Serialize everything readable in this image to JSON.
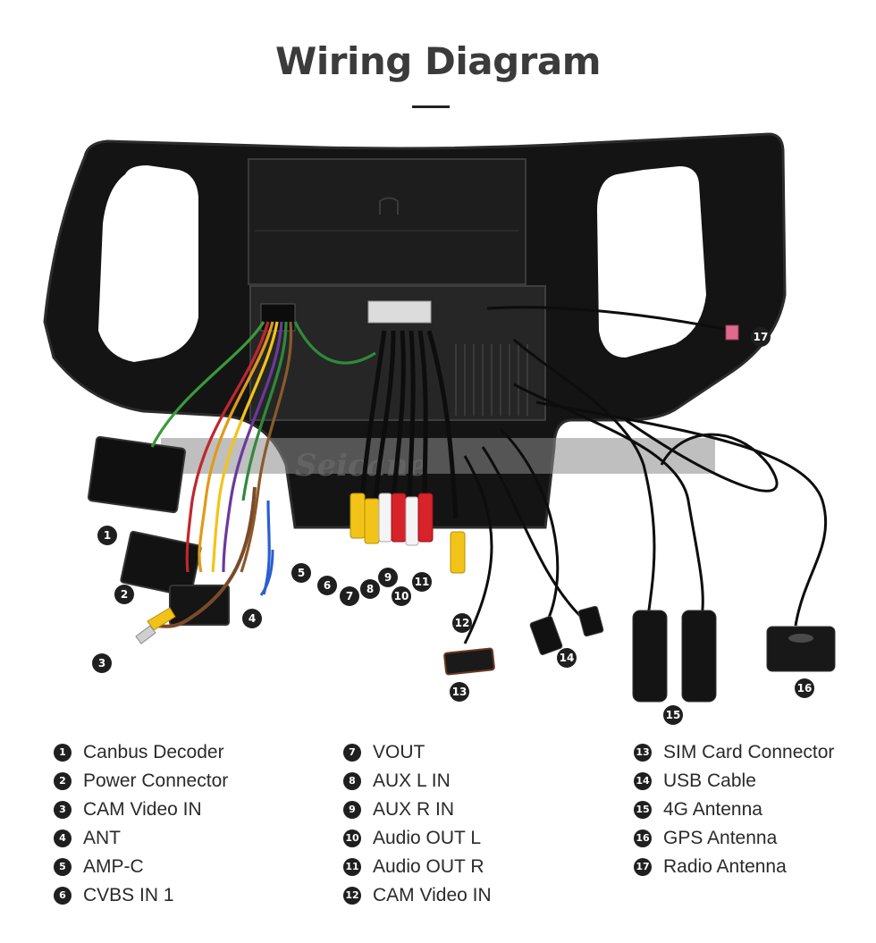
{
  "title": "Wiring Diagram",
  "watermark": "Seicane",
  "colors": {
    "badge": "#1f1f1f",
    "title": "#3b3b3b"
  },
  "legend": [
    {
      "num": "1",
      "label": "Canbus Decoder"
    },
    {
      "num": "2",
      "label": "Power Connector"
    },
    {
      "num": "3",
      "label": "CAM Video IN"
    },
    {
      "num": "4",
      "label": "ANT"
    },
    {
      "num": "5",
      "label": "AMP-C"
    },
    {
      "num": "6",
      "label": "CVBS IN 1"
    },
    {
      "num": "7",
      "label": "VOUT"
    },
    {
      "num": "8",
      "label": "AUX L IN"
    },
    {
      "num": "9",
      "label": "AUX R IN"
    },
    {
      "num": "10",
      "label": "Audio OUT L"
    },
    {
      "num": "11",
      "label": "Audio OUT R"
    },
    {
      "num": "12",
      "label": "CAM Video IN"
    },
    {
      "num": "13",
      "label": "SIM Card Connector"
    },
    {
      "num": "14",
      "label": "USB Cable"
    },
    {
      "num": "15",
      "label": "4G Antenna"
    },
    {
      "num": "16",
      "label": "GPS Antenna"
    },
    {
      "num": "17",
      "label": "Radio Antenna"
    }
  ]
}
